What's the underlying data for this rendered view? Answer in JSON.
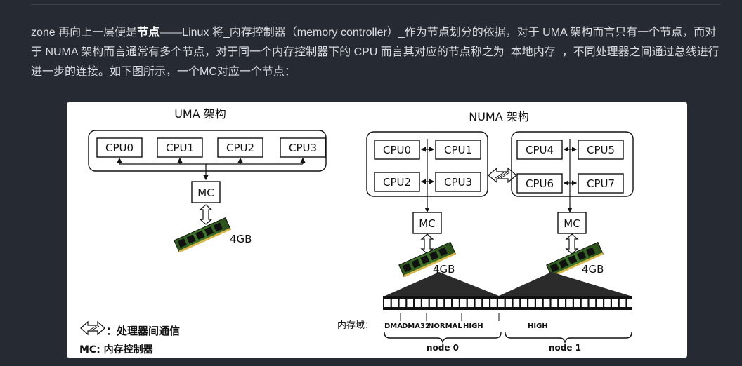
{
  "article": {
    "segments": [
      {
        "text": "zone 再向上一层便是",
        "bold": false
      },
      {
        "text": "节点",
        "bold": true
      },
      {
        "text": "——Linux 将_内存控制器（memory controller）_作为节点划分的依据，对于 UMA 架构而言只有一个节点，而对于 NUMA 架构而言通常有多个节点，对于同一个内存控制器下的 CPU 而言其对应的节点称之为_本地内存_，不同处理器之间通过总线进行进一步的连接。如下图所示，一个MC对应一个节点：",
        "bold": false
      }
    ]
  },
  "figure": {
    "uma": {
      "title": "UMA 架构",
      "cpus": [
        "CPU0",
        "CPU1",
        "CPU2",
        "CPU3"
      ],
      "mc": "MC",
      "memory": "4GB"
    },
    "numa": {
      "title": "NUMA 架构",
      "node0_cpus": [
        "CPU0",
        "CPU1",
        "CPU2",
        "CPU3"
      ],
      "node1_cpus": [
        "CPU4",
        "CPU5",
        "CPU6",
        "CPU7"
      ],
      "mc": "MC",
      "memory": "4GB",
      "zone_label": "内存域：",
      "zones_node0": [
        "DMA",
        "DMA32",
        "NORMAL",
        "HIGH"
      ],
      "zones_node1": [
        "HIGH"
      ],
      "node0_label": "node 0",
      "node1_label": "node 1"
    },
    "legend": {
      "interconnect": "：处理器间通信",
      "mc_def": "MC: 内存控制器"
    }
  }
}
